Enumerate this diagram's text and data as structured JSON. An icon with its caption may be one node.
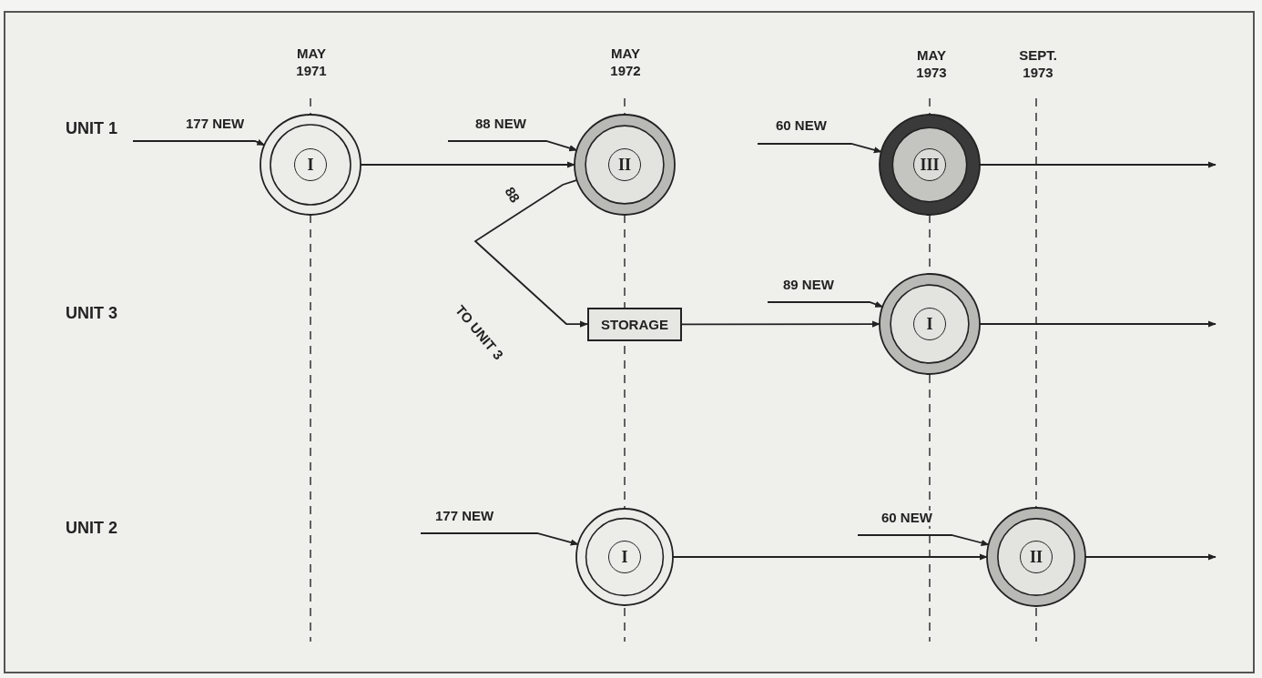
{
  "diagram": {
    "nodes": [
      {
        "text": [
          "I"
        ]
      },
      {
        "text": [
          "II"
        ]
      },
      {
        "text": [
          "III"
        ]
      },
      {
        "text": [
          "STORAGE"
        ]
      },
      {
        "text": [
          "I"
        ]
      },
      {
        "text": [
          "I"
        ]
      },
      {
        "text": [
          "II"
        ]
      }
    ],
    "edges": [
      {
        "from": null,
        "to": 0,
        "arrow": "to",
        "label": "177 NEW"
      },
      {
        "from": 0,
        "to": 1,
        "arrow": "to"
      },
      {
        "from": null,
        "to": 1,
        "arrow": "to",
        "label": "88 NEW"
      },
      {
        "from": 1,
        "to": 3,
        "arrow": "to",
        "label": "88"
      },
      {
        "from": 3,
        "to": 4,
        "arrow": "to"
      },
      {
        "from": null,
        "to": 4,
        "arrow": "to",
        "label": "89 NEW"
      },
      {
        "from": 4,
        "to": null,
        "arrow": "to"
      },
      {
        "from": null,
        "to": 2,
        "arrow": "to",
        "label": "60 NEW"
      },
      {
        "from": 2,
        "to": null,
        "arrow": "to"
      },
      {
        "from": null,
        "to": 5,
        "arrow": "to",
        "label": "177 NEW"
      },
      {
        "from": 5,
        "to": 6,
        "arrow": "to"
      },
      {
        "from": null,
        "to": 6,
        "arrow": "to",
        "label": "60 NEW"
      },
      {
        "from": 6,
        "to": null,
        "arrow": "to"
      }
    ],
    "labels": [
      "MAY 1971",
      "MAY 1972",
      "MAY 1973",
      "SEPT. 1973",
      "UNIT 1",
      "UNIT 3",
      "TO UNIT 3",
      "UNIT 2"
    ]
  }
}
